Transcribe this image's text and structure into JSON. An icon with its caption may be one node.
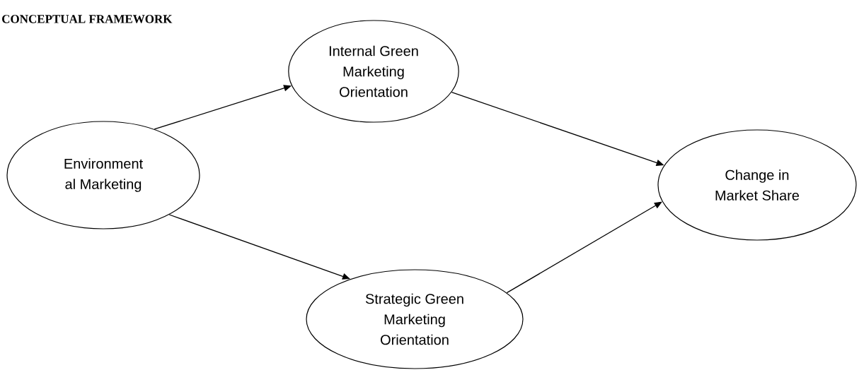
{
  "diagram": {
    "title": "CONCEPTUAL FRAMEWORK",
    "nodes": [
      {
        "text": [
          "Environment al Marketing"
        ]
      },
      {
        "text": [
          "Internal Green Marketing Orientation"
        ]
      },
      {
        "text": [
          "Strategic Green Marketing Orientation"
        ]
      },
      {
        "text": [
          "Change in Market Share"
        ]
      }
    ],
    "edges": [
      {
        "from": 0,
        "to": 1,
        "arrow": "to"
      },
      {
        "from": 0,
        "to": 2,
        "arrow": "to"
      },
      {
        "from": 1,
        "to": 3,
        "arrow": "to"
      },
      {
        "from": 2,
        "to": 3,
        "arrow": "to"
      }
    ]
  }
}
